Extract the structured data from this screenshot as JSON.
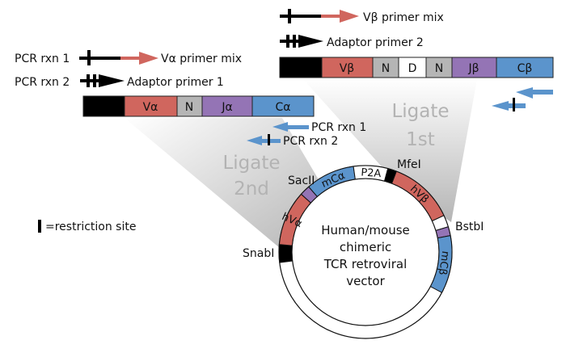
{
  "colors": {
    "v_region": "#d0665e",
    "n_region": "#b5b5b5",
    "j_region": "#9474b5",
    "c_region": "#5b94cc",
    "d_region": "#ffffff",
    "leader": "#000000",
    "ligate_text": "#b3b3b3",
    "shade": "#c8c8c8"
  },
  "alpha_chain": {
    "forward_primers": [
      {
        "label": "PCR rxn 1",
        "primer": "Vα primer mix"
      },
      {
        "label": "PCR rxn 2",
        "primer": "Adaptor primer 1"
      }
    ],
    "segments": [
      {
        "key": "leader",
        "label": ""
      },
      {
        "key": "v",
        "label": "Vα"
      },
      {
        "key": "n",
        "label": "N"
      },
      {
        "key": "j",
        "label": "Jα"
      },
      {
        "key": "c",
        "label": "Cα"
      }
    ],
    "reverse_primers": [
      {
        "label": "PCR rxn 1"
      },
      {
        "label": "PCR rxn 2"
      }
    ]
  },
  "beta_chain": {
    "forward_primers": [
      {
        "primer": "Vβ primer mix"
      },
      {
        "primer": "Adaptor primer 2"
      }
    ],
    "segments": [
      {
        "key": "leader",
        "label": ""
      },
      {
        "key": "v",
        "label": "Vβ"
      },
      {
        "key": "n",
        "label": "N"
      },
      {
        "key": "d",
        "label": "D"
      },
      {
        "key": "n",
        "label": "N"
      },
      {
        "key": "j",
        "label": "Jβ"
      },
      {
        "key": "c",
        "label": "Cβ"
      }
    ]
  },
  "ligation": {
    "first": [
      "Ligate",
      "1st"
    ],
    "second": [
      "Ligate",
      "2nd"
    ]
  },
  "legend": {
    "restriction_site": "=restriction site"
  },
  "vector": {
    "title_lines": [
      "Human/mouse",
      "chimeric",
      "TCR retroviral",
      "vector"
    ],
    "segments": [
      "hVα",
      "mCα",
      "P2A",
      "hVβ",
      "mCβ"
    ],
    "restriction_sites": [
      "SnabI",
      "SacII",
      "MfeI",
      "BstbI"
    ]
  }
}
